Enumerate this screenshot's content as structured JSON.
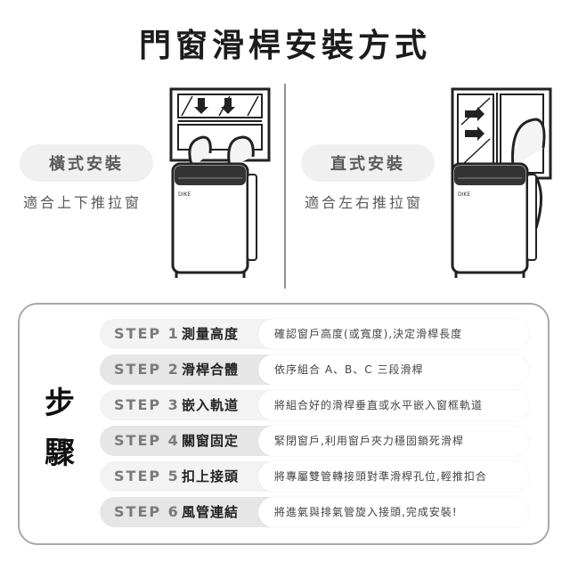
{
  "title": "門窗滑桿安裝方式",
  "left": {
    "label": "橫式安裝",
    "desc": "適合上下推拉窗",
    "unit_brand": "DIKE"
  },
  "right": {
    "label": "直式安裝",
    "desc": "適合左右推拉窗",
    "unit_brand": "DIKE"
  },
  "steps_label": [
    "步",
    "驟"
  ],
  "steps": [
    {
      "step": "STEP 1",
      "name": "測量高度",
      "desc": "確認窗戶高度(或寬度),決定滑桿長度"
    },
    {
      "step": "STEP 2",
      "name": "滑桿合體",
      "desc": "依序組合 A、B、C 三段滑桿"
    },
    {
      "step": "STEP 3",
      "name": "嵌入軌道",
      "desc": "將組合好的滑桿垂直或水平嵌入窗框軌道"
    },
    {
      "step": "STEP 4",
      "name": "關窗固定",
      "desc": "緊閉窗戶,利用窗戶夾力穩固鎖死滑桿"
    },
    {
      "step": "STEP 5",
      "name": "扣上接頭",
      "desc": "將專屬雙管轉接頭對準滑桿孔位,輕推扣合"
    },
    {
      "step": "STEP 6",
      "name": "風管連結",
      "desc": "將進氣與排氣管旋入接頭,完成安裝!"
    }
  ]
}
